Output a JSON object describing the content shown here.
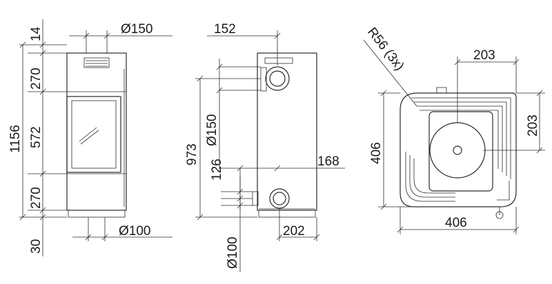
{
  "front": {
    "d_top_collar": "Ø150",
    "h_14": "14",
    "h_270_top": "270",
    "h_572": "572",
    "h_270_bottom": "270",
    "h_30": "30",
    "h_total": "1156",
    "d_bottom_collar": "Ø100"
  },
  "side": {
    "w_152": "152",
    "h_973": "973",
    "d_150": "Ø150",
    "h_126": "126",
    "w_168": "168",
    "d_100": "Ø100",
    "w_202": "202"
  },
  "top": {
    "radius_note": "R56 (3x)",
    "w_203": "203",
    "h_203": "203",
    "h_406": "406",
    "w_406": "406"
  }
}
